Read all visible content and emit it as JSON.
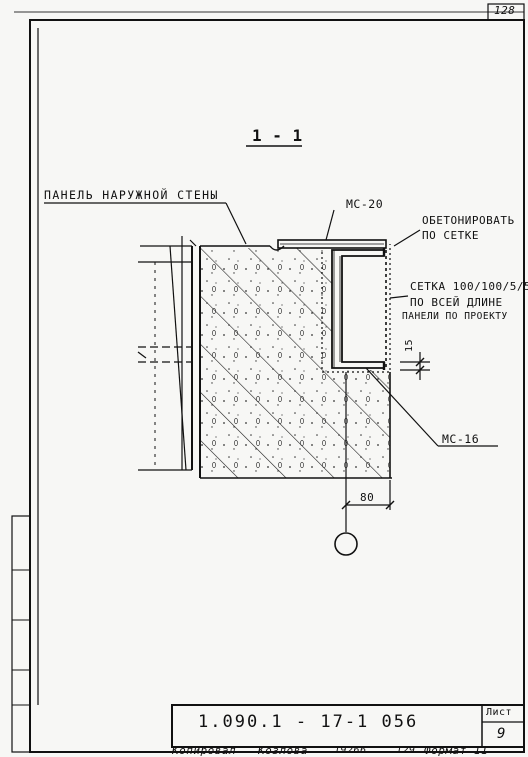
{
  "corner_page_number": "128",
  "section_title": "1 - 1",
  "labels": {
    "panel": "ПАНЕЛЬ НАРУЖНОЙ СТЕНЫ",
    "mc20": "МС-20",
    "concrete_line1": "ОБЕТОНИРОВАТЬ",
    "concrete_line2": "ПО СЕТКЕ",
    "mesh_line1": "СЕТКА 100/100/5/5",
    "mesh_line2": "ПО ВСЕЙ ДЛИНЕ",
    "mesh_line3": "ПАНЕЛИ ПО ПРОЕКТУ",
    "mc16": "МС-16",
    "dim_15": "15",
    "dim_80": "80"
  },
  "title_block": {
    "doc_code": "1.090.1 - 17-1  056",
    "sheet_label": "Лист",
    "sheet_number": "9"
  },
  "footer": {
    "copied": "Копировал",
    "name": "Козлова",
    "order_no": "19266",
    "count": "129",
    "format": "Формат 11"
  }
}
